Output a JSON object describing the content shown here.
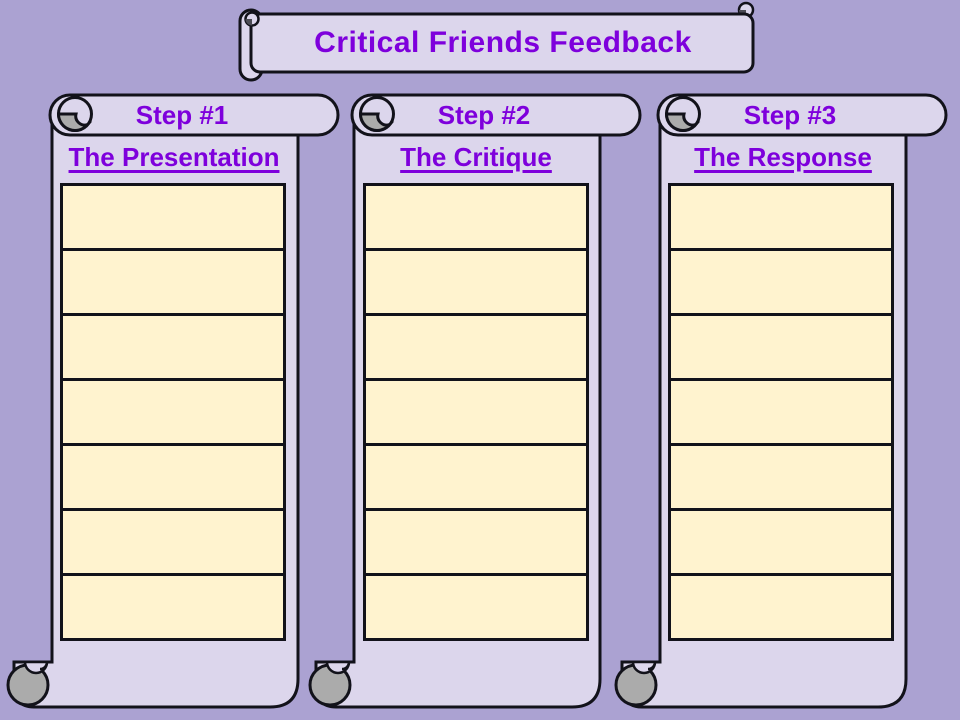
{
  "title": {
    "text": "Critical Friends Feedback"
  },
  "panels": [
    {
      "step_label": "Step #1",
      "subtitle": "The Presentation",
      "boxes": [
        "",
        "",
        "",
        "",
        "",
        "",
        ""
      ]
    },
    {
      "step_label": "Step #2",
      "subtitle": "The Critique",
      "boxes": [
        "",
        "",
        "",
        "",
        "",
        "",
        ""
      ]
    },
    {
      "step_label": "Step #3",
      "subtitle": "The Response",
      "boxes": [
        "",
        "",
        "",
        "",
        "",
        "",
        ""
      ]
    }
  ],
  "colors": {
    "background": "#ABA2D2",
    "scroll_fill": "#DCD6EC",
    "box_fill": "#FFF3CF",
    "heading_purple": "#7E00DC",
    "curl_gray": "#ABABAB",
    "outline": "#12121A"
  }
}
